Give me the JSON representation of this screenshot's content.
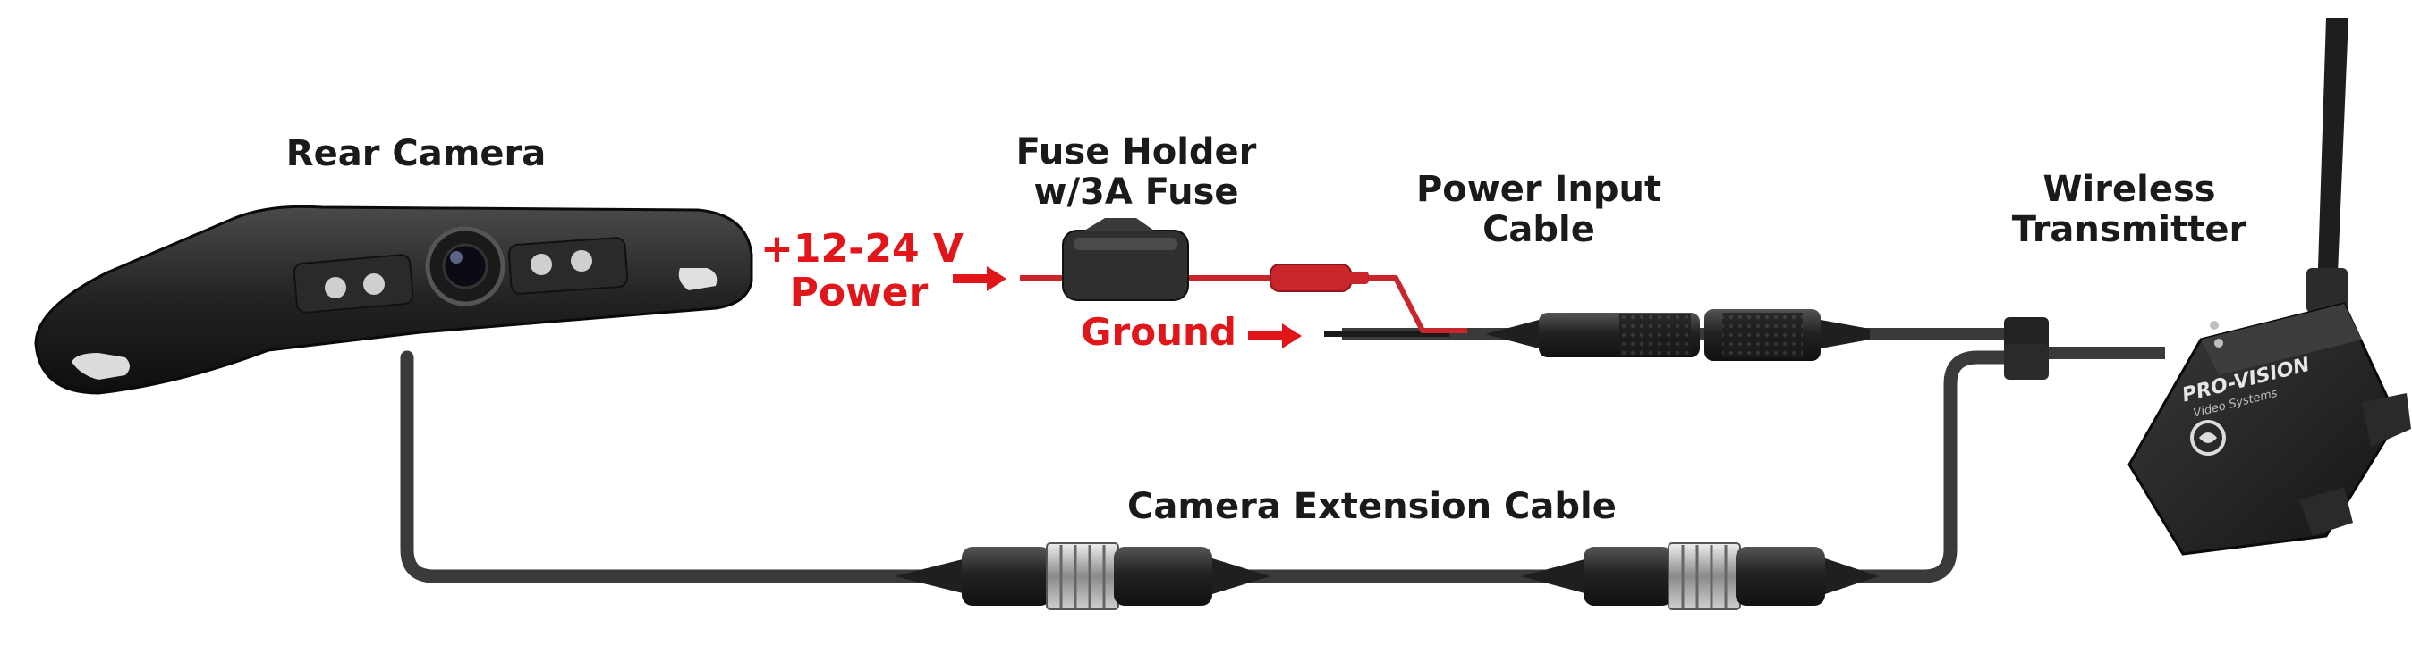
{
  "labels": {
    "rear_camera": "Rear Camera",
    "fuse_holder_line1": "Fuse Holder",
    "fuse_holder_line2": "w/3A Fuse",
    "power_input_line1": "Power Input",
    "power_input_line2": "Cable",
    "wireless_line1": "Wireless",
    "wireless_line2": "Transmitter",
    "power_line1": "+12-24 V",
    "power_line2": "Power",
    "ground": "Ground",
    "camera_extension": "Camera Extension Cable"
  },
  "device": {
    "brand": "PRO-VISION",
    "brand_sub": "Video Systems"
  },
  "colors": {
    "label": "#1a1a1a",
    "accent_red": "#e0161b",
    "cable": "#3a3a3a",
    "red_wire": "#c8262b",
    "device_body": "#262626"
  }
}
